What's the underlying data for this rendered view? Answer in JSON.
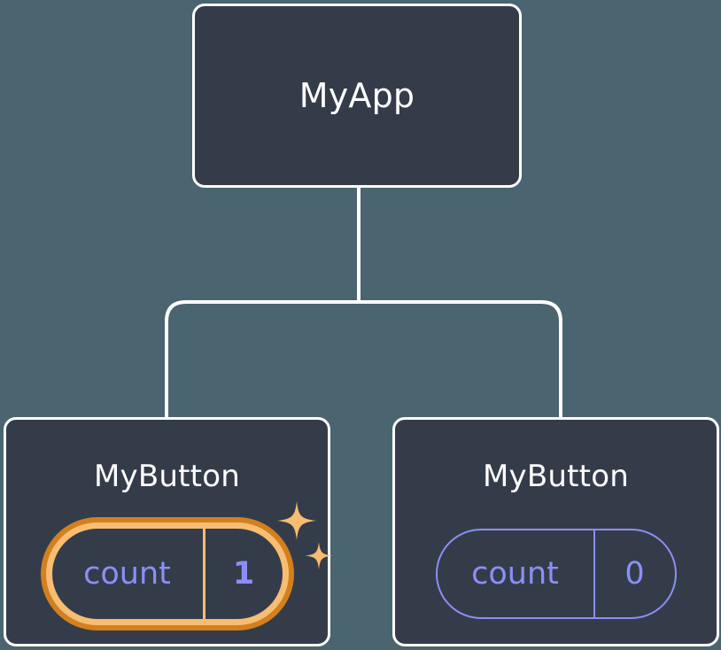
{
  "diagram": {
    "type": "component-tree",
    "background_color": "#4a6470",
    "node_fill_color": "#343c4a",
    "node_border_color": "#ffffff",
    "connector_color": "#ffffff",
    "accent_purple": "#8b8ff5",
    "highlight_outer_orange": "#d2801e",
    "highlight_inner_orange": "#f8bd72"
  },
  "root": {
    "title": "MyApp"
  },
  "children": [
    {
      "title": "MyButton",
      "state_key": "count",
      "state_value": "1",
      "highlighted": true,
      "sparkle_count": 2
    },
    {
      "title": "MyButton",
      "state_key": "count",
      "state_value": "0",
      "highlighted": false,
      "sparkle_count": 0
    }
  ]
}
